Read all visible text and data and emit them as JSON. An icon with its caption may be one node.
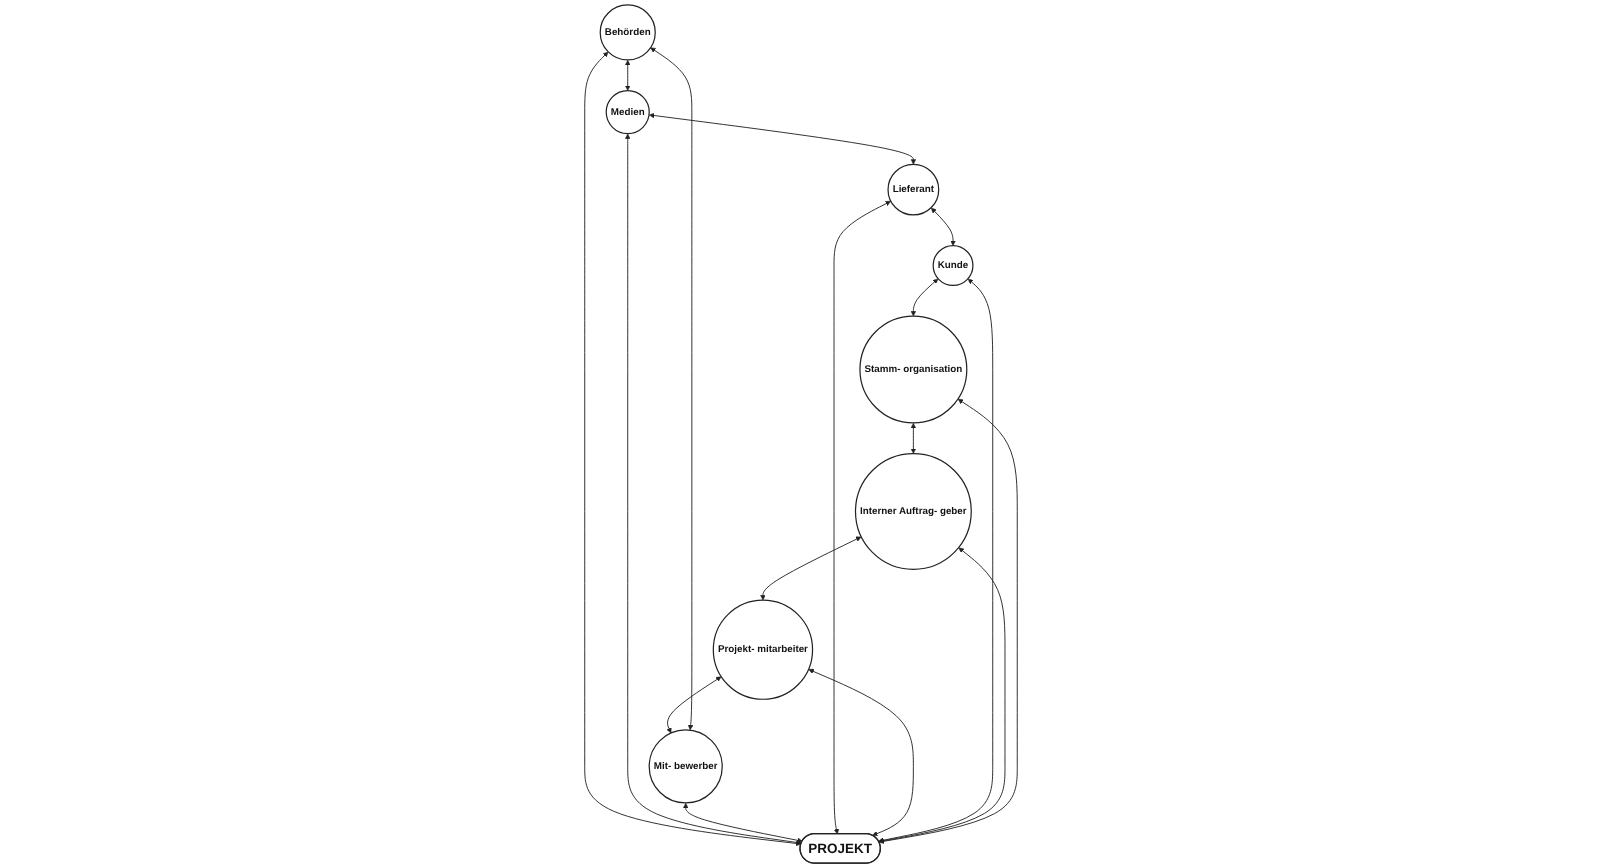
{
  "diagram": {
    "nodes": [
      {
        "text": [
          "Behörden"
        ]
      },
      {
        "text": [
          "Medien"
        ]
      },
      {
        "text": [
          "Mit- bewerber"
        ]
      },
      {
        "text": [
          "Lieferant"
        ]
      },
      {
        "text": [
          "PROJEKT"
        ]
      },
      {
        "text": [
          "Projekt- mitarbeiter"
        ]
      },
      {
        "text": [
          "Kunde"
        ]
      },
      {
        "text": [
          "Interner Auftrag- geber"
        ]
      },
      {
        "text": [
          "Stamm- organisation"
        ]
      }
    ],
    "edges": [
      {
        "from": 0,
        "to": 1,
        "arrow": "both"
      },
      {
        "from": 1,
        "to": 3,
        "arrow": "both"
      },
      {
        "from": 3,
        "to": 6,
        "arrow": "both"
      },
      {
        "from": 6,
        "to": 8,
        "arrow": "both"
      },
      {
        "from": 8,
        "to": 7,
        "arrow": "both"
      },
      {
        "from": 7,
        "to": 5,
        "arrow": "both"
      },
      {
        "from": 5,
        "to": 2,
        "arrow": "both"
      },
      {
        "from": 2,
        "to": 0,
        "arrow": "both"
      },
      {
        "from": 0,
        "to": 4,
        "arrow": "both"
      },
      {
        "from": 1,
        "to": 4,
        "arrow": "both"
      },
      {
        "from": 2,
        "to": 4,
        "arrow": "both"
      },
      {
        "from": 3,
        "to": 4,
        "arrow": "both"
      },
      {
        "from": 5,
        "to": 4,
        "arrow": "both"
      },
      {
        "from": 6,
        "to": 4,
        "arrow": "both"
      },
      {
        "from": 7,
        "to": 4,
        "arrow": "both"
      },
      {
        "from": 8,
        "to": 4,
        "arrow": "both"
      }
    ]
  }
}
